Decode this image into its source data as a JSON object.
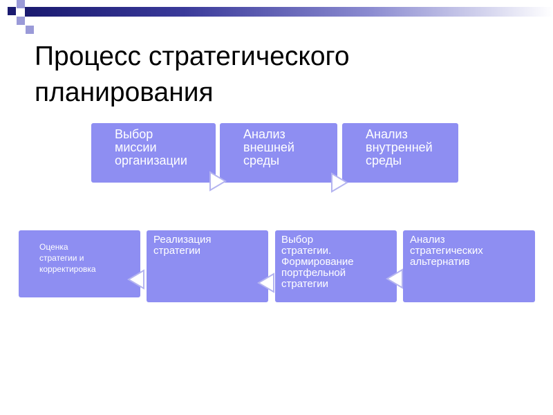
{
  "slide": {
    "title_line1": "Процесс стратегического",
    "title_line2": "планирования"
  },
  "colors": {
    "box_fill": "#8e8ef2",
    "box_text": "#ffffff",
    "arrow_fill": "#ffffff",
    "arrow_stroke": "#b4b4f0",
    "header_dark": "#1a1a70",
    "corner_dark": "#1a1a70",
    "corner_light": "#9a9ad8"
  },
  "process": {
    "row1": [
      {
        "label": "Выбор\nмиссии\nорганизации"
      },
      {
        "label": "Анализ\nвнешней\nсреды"
      },
      {
        "label": "Анализ\nвнутренней\nсреды"
      }
    ],
    "row2": [
      {
        "label": "Оценка\nстратегии и\nкорректировка"
      },
      {
        "label": "Реализация\nстратегии"
      },
      {
        "label": "Выбор\nстратегии.\nФормирование\nпортфельной\nстратегии"
      },
      {
        "label": "Анализ\nстратегических\nальтернатив"
      }
    ]
  }
}
